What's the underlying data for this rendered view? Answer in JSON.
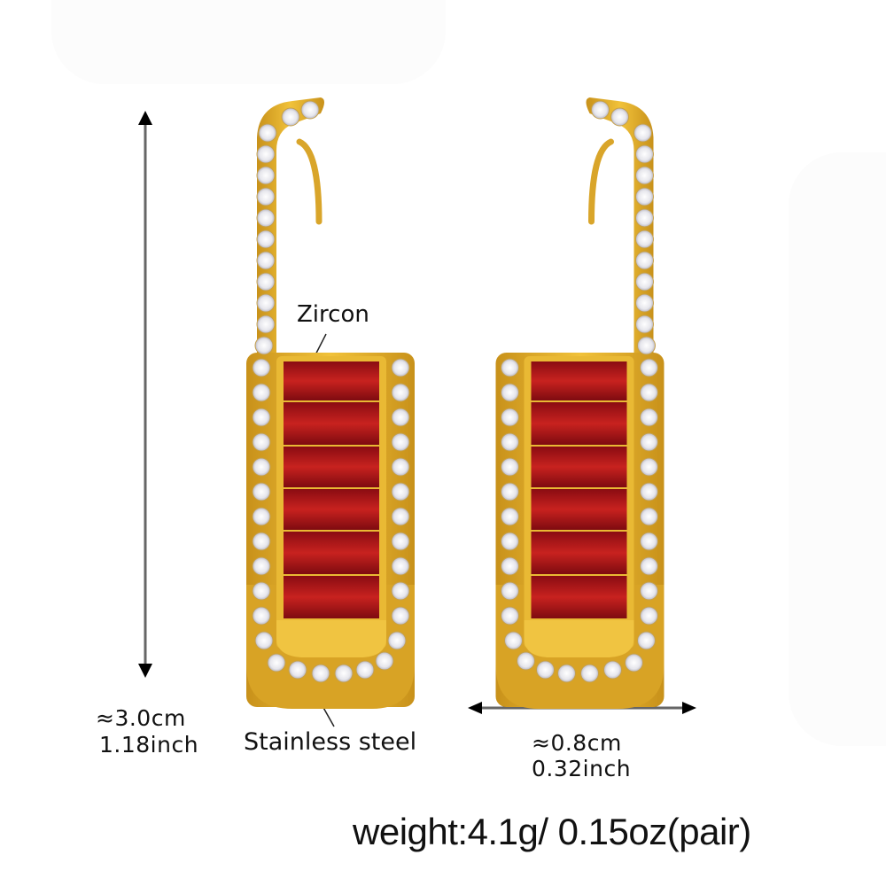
{
  "product": {
    "type": "earrings",
    "material_callouts": {
      "gem_label": "Zircon",
      "base_label": "Stainless steel"
    },
    "dimensions": {
      "height_cm": "≈3.0cm",
      "height_inch": "1.18inch",
      "width_cm": "≈0.8cm",
      "width_inch": "0.32inch"
    },
    "weight": "weight:4.1g/ 0.15oz(pair)"
  },
  "colors": {
    "gold": "#e3b02a",
    "gold_dark": "#b98612",
    "ruby": "#b0151c",
    "ruby_dark": "#7e0b10",
    "ruby_light": "#d6322c",
    "crystal": "#ecebf0",
    "text": "#111111",
    "arrow": "#666666"
  }
}
